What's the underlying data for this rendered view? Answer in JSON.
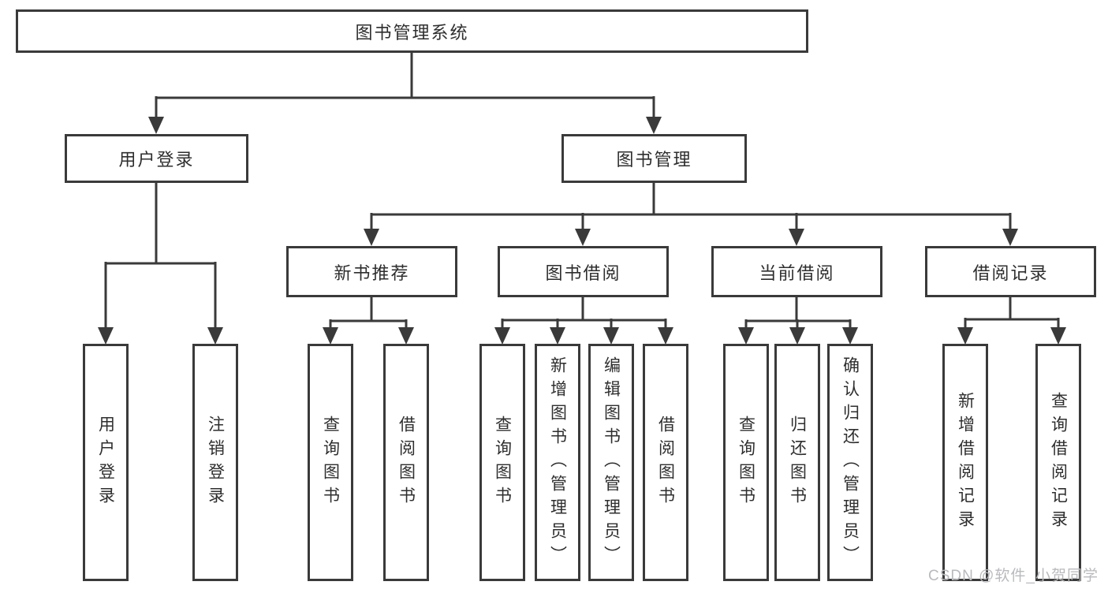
{
  "diagram": {
    "title": "图书管理系统",
    "root": {
      "label": "图书管理系统"
    },
    "level2": [
      {
        "id": "user-login",
        "label": "用户登录"
      },
      {
        "id": "book-management",
        "label": "图书管理"
      }
    ],
    "level3": [
      {
        "id": "new-book-recommendation",
        "label": "新书推荐",
        "parent": "图书管理"
      },
      {
        "id": "book-borrowing",
        "label": "图书借阅",
        "parent": "图书管理"
      },
      {
        "id": "current-borrowing",
        "label": "当前借阅",
        "parent": "图书管理"
      },
      {
        "id": "borrowing-records",
        "label": "借阅记录",
        "parent": "图书管理"
      }
    ],
    "leaves": [
      {
        "label": "用户登录",
        "parent": "用户登录"
      },
      {
        "label": "注销登录",
        "parent": "用户登录"
      },
      {
        "label": "查询图书",
        "parent": "新书推荐"
      },
      {
        "label": "借阅图书",
        "parent": "新书推荐"
      },
      {
        "label": "查询图书",
        "parent": "图书借阅"
      },
      {
        "label": "新增图书（管理员）",
        "parent": "图书借阅"
      },
      {
        "label": "编辑图书（管理员）",
        "parent": "图书借阅"
      },
      {
        "label": "借阅图书",
        "parent": "图书借阅"
      },
      {
        "label": "查询图书",
        "parent": "当前借阅"
      },
      {
        "label": "归还图书",
        "parent": "当前借阅"
      },
      {
        "label": "确认归还（管理员）",
        "parent": "当前借阅"
      },
      {
        "label": "新增借阅记录",
        "parent": "借阅记录"
      },
      {
        "label": "查询借阅记录",
        "parent": "借阅记录"
      }
    ]
  },
  "watermark": {
    "text": "CSDN @软件_小贺同学"
  },
  "colors": {
    "line": "#3a3a3a",
    "box_border": "#3a3a3a",
    "text": "#2e2e2e",
    "watermark": "#b9babd",
    "background": "#ffffff"
  }
}
